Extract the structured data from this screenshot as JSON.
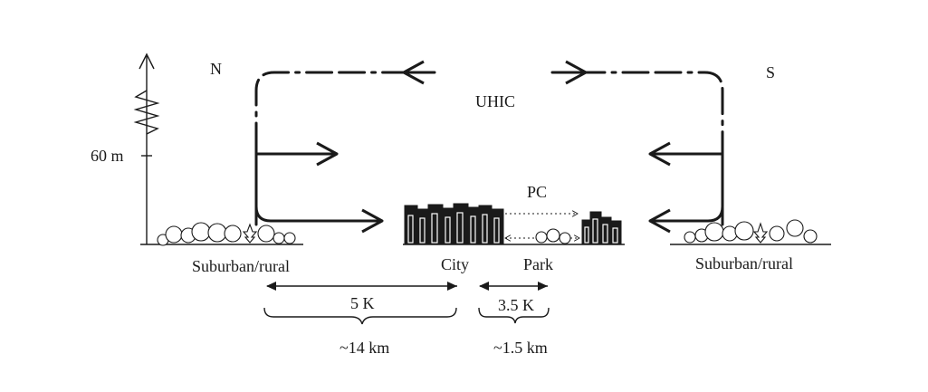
{
  "labels": {
    "north": "N",
    "south": "S",
    "uhic": "UHIC",
    "pc": "PC",
    "height": "60 m",
    "suburban_left": "Suburban/rural",
    "city": "City",
    "park": "Park",
    "suburban_right": "Suburban/rural",
    "temp_city": "5 K",
    "temp_park": "3.5 K",
    "dist_city": "~14 km",
    "dist_park": "~1.5 km"
  },
  "colors": {
    "ink": "#1a1a1a",
    "background": "#ffffff"
  }
}
